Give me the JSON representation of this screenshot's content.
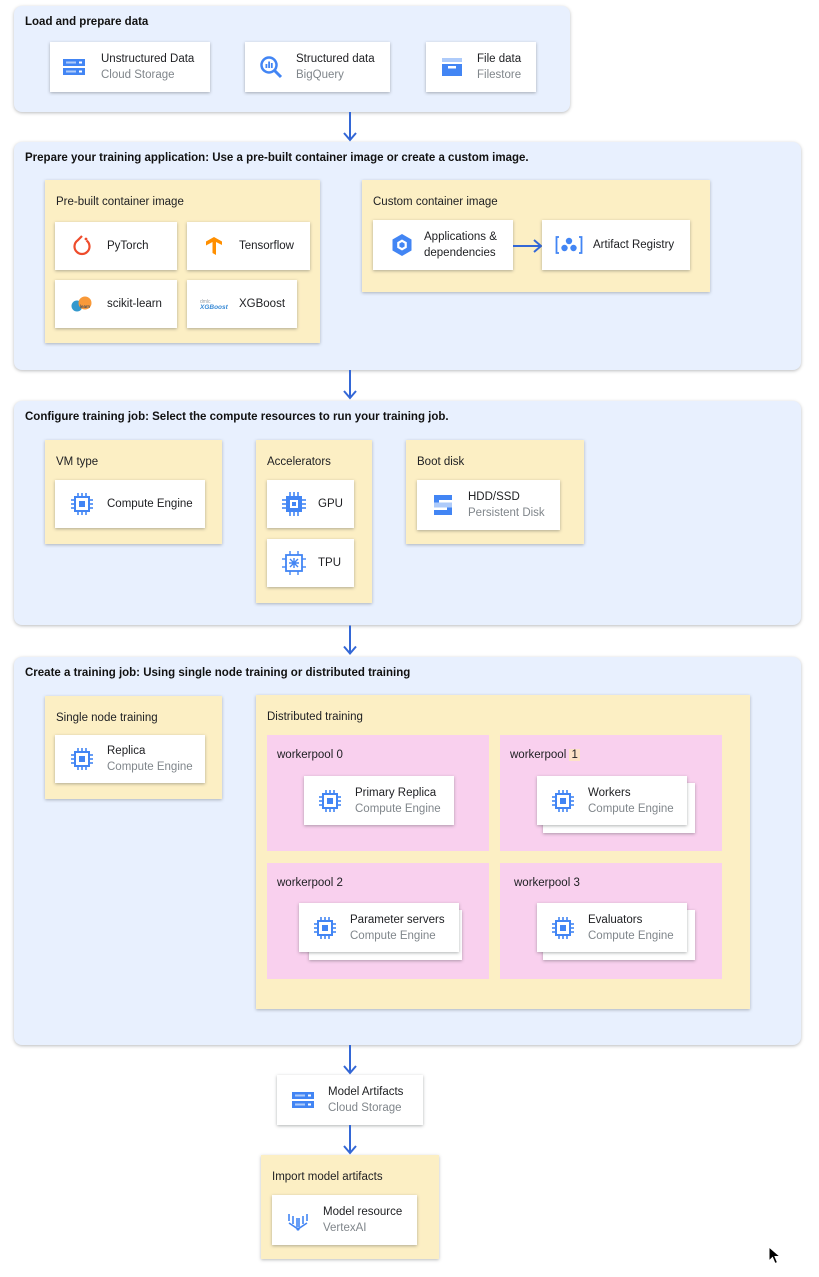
{
  "sections": {
    "load": {
      "title": "Load and prepare data",
      "items": [
        {
          "title": "Unstructured Data",
          "subtitle": "Cloud Storage",
          "icon": "cloud-storage-icon"
        },
        {
          "title": "Structured data",
          "subtitle": "BigQuery",
          "icon": "bigquery-icon"
        },
        {
          "title": "File data",
          "subtitle": "Filestore",
          "icon": "filestore-icon"
        }
      ]
    },
    "prepare": {
      "title": "Prepare your training application: Use a pre-built container image or create a custom image.",
      "prebuilt": {
        "title": "Pre-built container image",
        "items": [
          {
            "title": "PyTorch",
            "icon": "pytorch-icon"
          },
          {
            "title": "Tensorflow",
            "icon": "tensorflow-icon"
          },
          {
            "title": "scikit-learn",
            "icon": "scikit-learn-icon"
          },
          {
            "title": "XGBoost",
            "icon": "xgboost-icon"
          }
        ]
      },
      "custom": {
        "title": "Custom container image",
        "items": [
          {
            "title": "Applications &",
            "title2": "dependencies",
            "icon": "kubernetes-icon"
          },
          {
            "title": "Artifact Registry",
            "icon": "artifact-registry-icon"
          }
        ]
      }
    },
    "configure": {
      "title": "Configure training job: Select the compute resources to run your training job.",
      "vm": {
        "title": "VM type",
        "items": [
          {
            "title": "Compute Engine",
            "icon": "compute-engine-icon"
          }
        ]
      },
      "accelerators": {
        "title": "Accelerators",
        "items": [
          {
            "title": "GPU",
            "icon": "gpu-icon"
          },
          {
            "title": "TPU",
            "icon": "tpu-icon"
          }
        ]
      },
      "disk": {
        "title": "Boot disk",
        "items": [
          {
            "title": "HDD/SSD",
            "subtitle": "Persistent Disk",
            "icon": "persistent-disk-icon"
          }
        ]
      }
    },
    "create": {
      "title": "Create a training job: Using single node training or distributed training",
      "single": {
        "title": "Single node training",
        "items": [
          {
            "title": "Replica",
            "subtitle": "Compute Engine",
            "icon": "compute-engine-icon"
          }
        ]
      },
      "distributed": {
        "title": "Distributed training",
        "pools": [
          {
            "title": "workerpool 0",
            "item": {
              "title": "Primary Replica",
              "subtitle": "Compute Engine"
            }
          },
          {
            "title_prefix": "workerpool ",
            "title_num": "1",
            "item": {
              "title": "Workers",
              "subtitle": "Compute Engine"
            }
          },
          {
            "title": "workerpool 2",
            "item": {
              "title": "Parameter servers",
              "subtitle": "Compute Engine"
            }
          },
          {
            "title": "workerpool 3",
            "item": {
              "title": "Evaluators",
              "subtitle": "Compute Engine"
            }
          }
        ]
      }
    },
    "artifacts": {
      "title": "Model Artifacts",
      "subtitle": "Cloud Storage",
      "icon": "cloud-storage-icon"
    },
    "import": {
      "title": "Import model artifacts",
      "item": {
        "title": "Model resource",
        "subtitle": "VertexAI",
        "icon": "vertex-ai-icon"
      }
    }
  },
  "colors": {
    "band": "#e8f0fe",
    "panel": "#fcefc4",
    "pool": "#f9d0ee",
    "arrow": "#3367d6",
    "icon_blue": "#4285f4"
  }
}
